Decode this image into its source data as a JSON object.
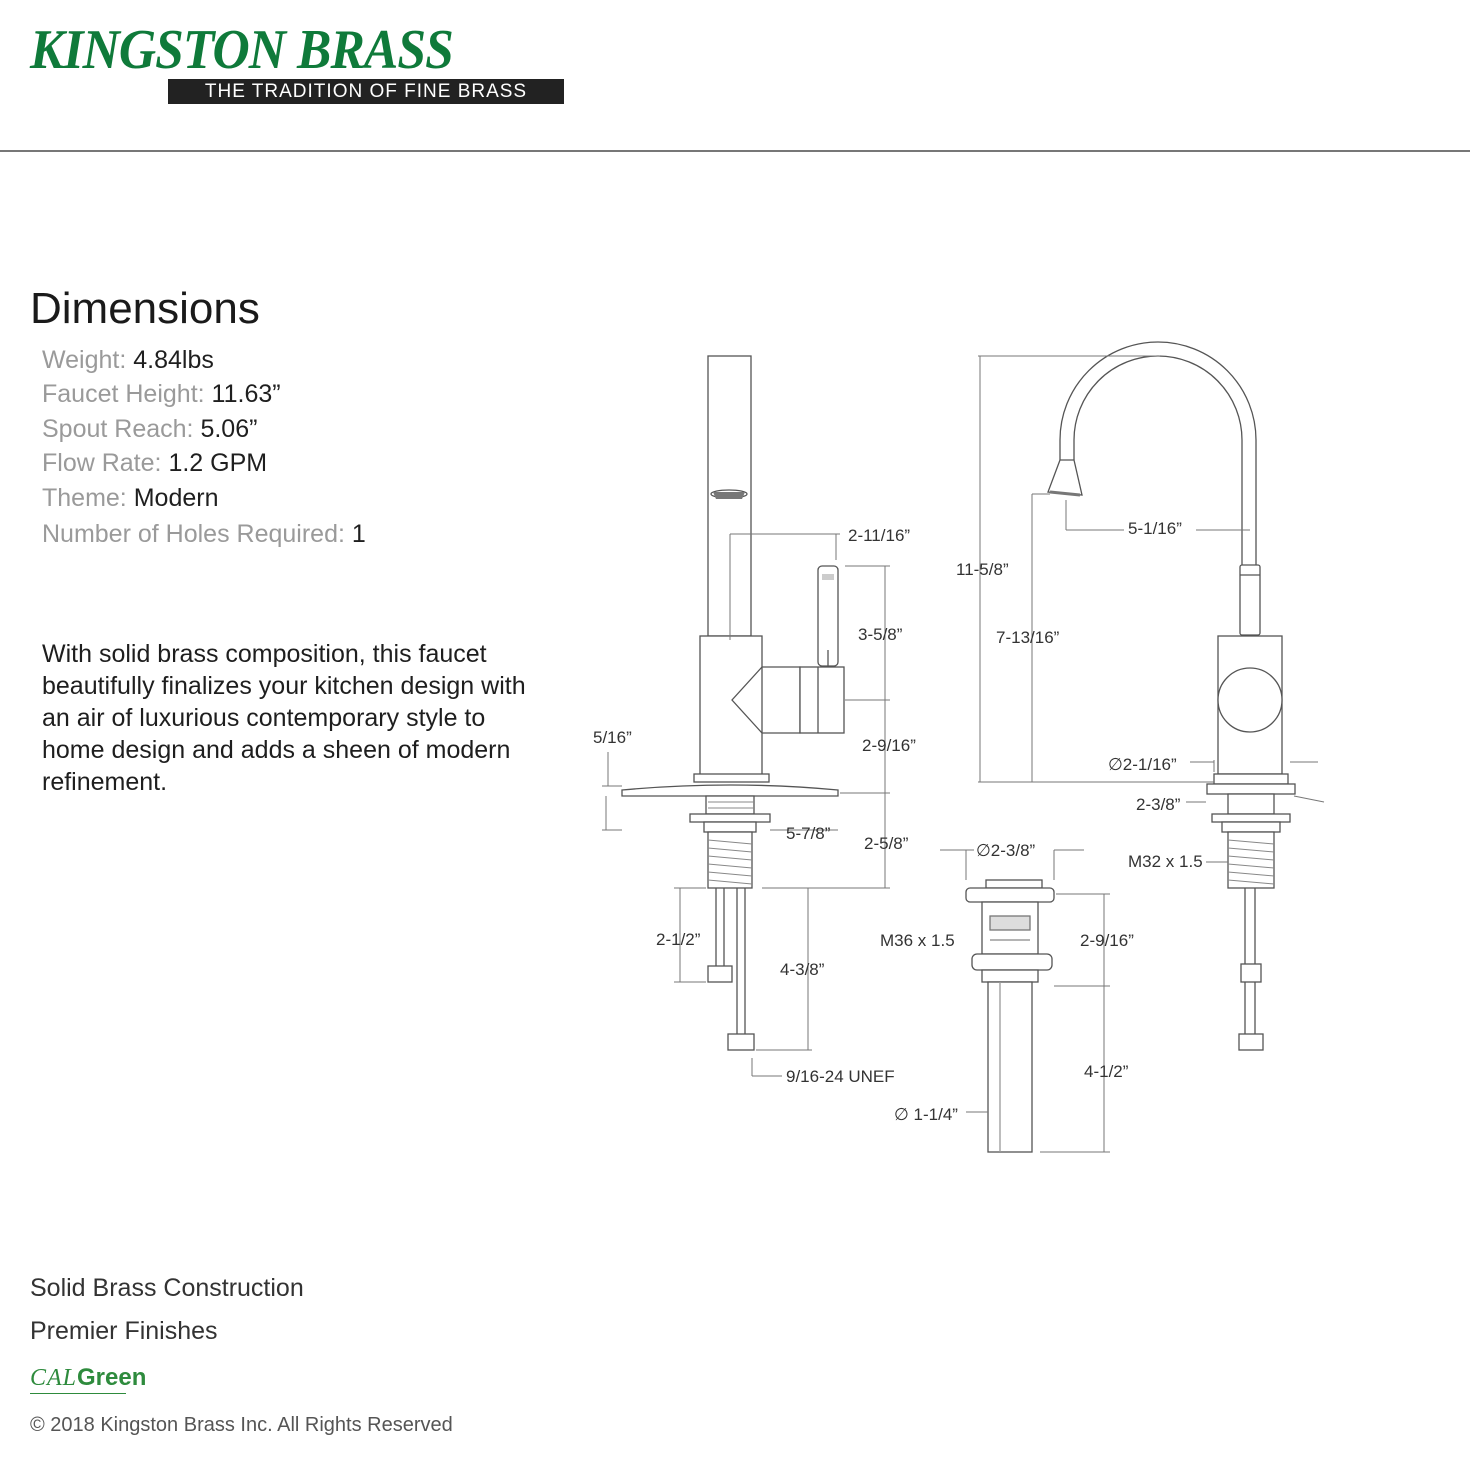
{
  "brand": {
    "name": "KINGSTON BRASS",
    "tagline": "THE TRADITION OF FINE BRASS",
    "color": "#0f7a3a"
  },
  "specs": {
    "title": "Dimensions",
    "items": [
      {
        "label": "Weight:",
        "value": "4.84lbs"
      },
      {
        "label": "Faucet Height:",
        "value": "11.63”"
      },
      {
        "label": "Spout Reach:",
        "value": "5.06”"
      },
      {
        "label": "Flow Rate:",
        "value": "1.2 GPM"
      },
      {
        "label": "Theme:",
        "value": "Modern"
      },
      {
        "label": "Number of Holes Required:",
        "value": "1"
      }
    ]
  },
  "description": "With solid brass composition, this faucet beautifully finalizes your kitchen design with an air of luxurious contemporary style to home design and adds a sheen of modern refinement.",
  "drawing": {
    "front": {
      "handle_offset": "2-11/16”",
      "handle_length": "3-5/8”",
      "handle_to_deck": "2-9/16”",
      "deck_thickness": "5/16”",
      "base_width": "5-7/8”",
      "shank_length": "2-5/8”",
      "hose_nut": "2-1/2”",
      "hose_length": "4-3/8”",
      "thread": "9/16-24 UNEF"
    },
    "side": {
      "total_height": "11-5/8”",
      "spout_height": "7-13/16”",
      "spout_reach": "5-1/16”",
      "body_diameter": "∅2-1/16”",
      "base_diameter": "2-3/8”",
      "shank_thread": "M32 x 1.5"
    },
    "drain": {
      "top_diameter": "∅2-3/8”",
      "thread": "M36 x 1.5",
      "upper_height": "2-9/16”",
      "tail_length": "4-1/2”",
      "tail_diameter": "∅ 1-1/4”"
    }
  },
  "features": [
    "Solid Brass Construction",
    "Premier Finishes"
  ],
  "certification": {
    "cal": "CAL",
    "green": "Green"
  },
  "copyright": "© 2018 Kingston Brass Inc. All Rights Reserved"
}
